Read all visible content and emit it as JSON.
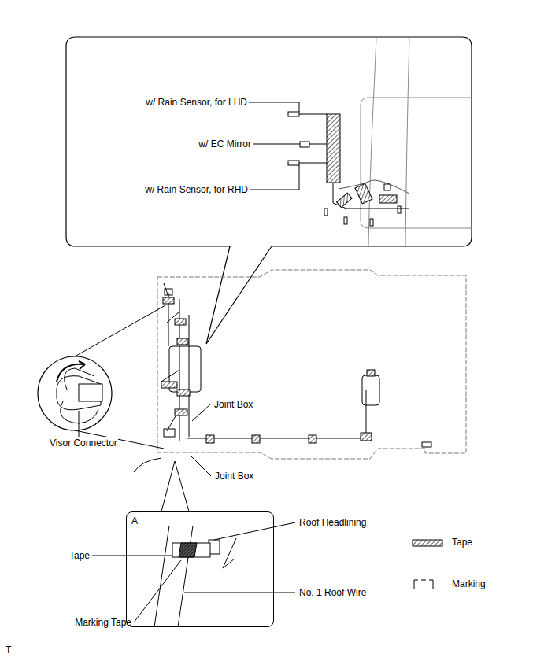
{
  "diagram": {
    "nodes": [
      {
        "text": [
          "A"
        ]
      }
    ],
    "labels": [
      "w/ Rain Sensor, for LHD",
      "w/ EC Mirror",
      "w/ Rain Sensor, for RHD",
      "Visor Connector",
      "Joint Box",
      "Joint Box",
      "Tape",
      "Roof Headlining",
      "No. 1 Roof Wire",
      "Marking Tape",
      "T"
    ],
    "legend": [
      {
        "text": "Tape"
      },
      {
        "text": "Marking"
      }
    ]
  }
}
